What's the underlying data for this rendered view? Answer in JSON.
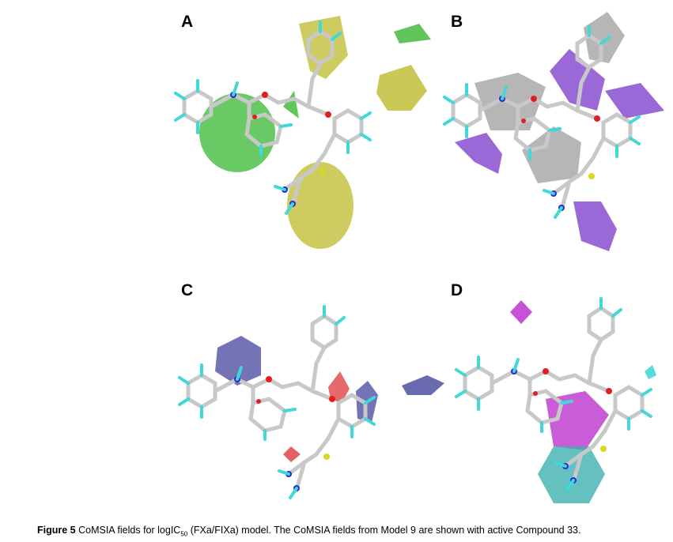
{
  "panels": [
    {
      "label": "A",
      "fields": [
        "steric-green",
        "steric-yellow"
      ]
    },
    {
      "label": "B",
      "fields": [
        "hydrophobic-gray",
        "hydrophobic-purple"
      ]
    },
    {
      "label": "C",
      "fields": [
        "electrostatic-blue",
        "electrostatic-red"
      ]
    },
    {
      "label": "D",
      "fields": [
        "hbond-magenta",
        "hbond-cyan"
      ]
    }
  ],
  "caption": {
    "figure_label": "Figure 5",
    "text_before": "CoMSIA fields for logIC",
    "subscript": "50",
    "text_after": " (FXa/FIXa) model. The CoMSIA fields from Model 9 are shown with active Compound 33."
  },
  "colors": {
    "green": "#4fc04a",
    "yellow": "#c6c245",
    "gray": "#a9a9a9",
    "purple": "#8a4fd0",
    "blue": "#5a5aa8",
    "red": "#e05050",
    "magenta": "#c040d0",
    "cyan": "#3fb0b0"
  }
}
